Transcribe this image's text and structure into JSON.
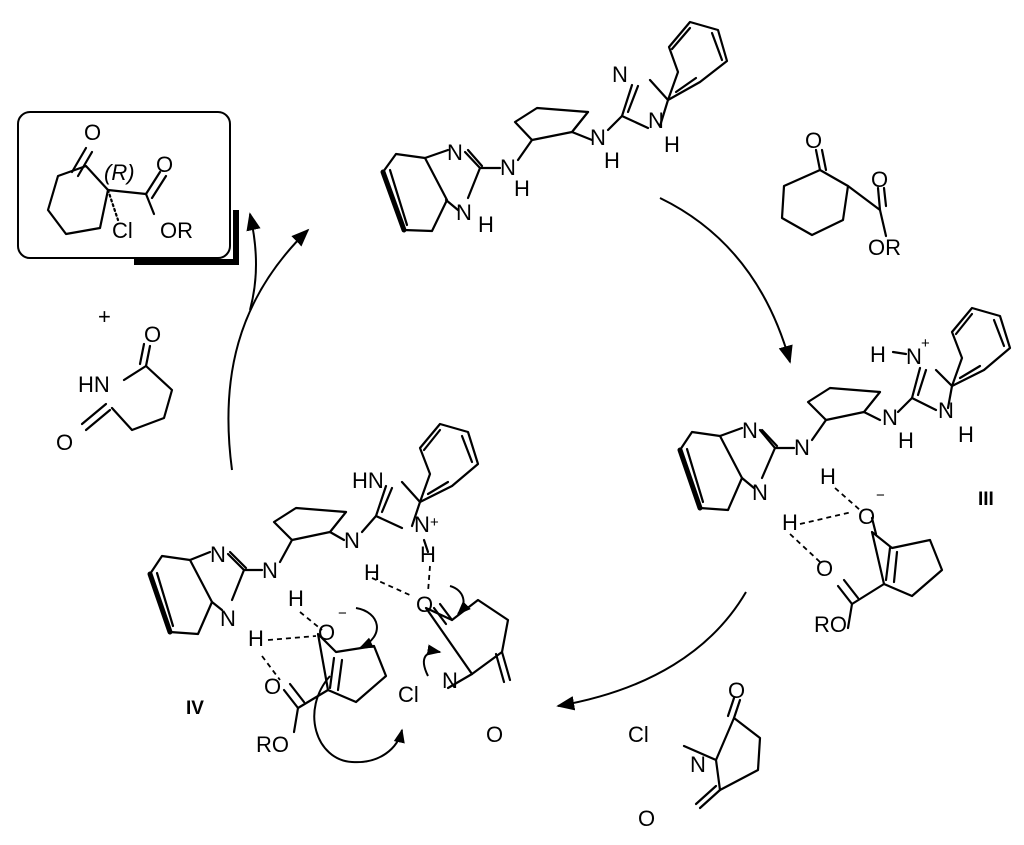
{
  "colors": {
    "ink": "#000000",
    "background": "#ffffff"
  },
  "catalyst": {
    "N": "N",
    "N2": "N",
    "NH_amine": "N",
    "H_amine": "H",
    "NH_ring": "N",
    "H_ring": "H",
    "N_r": "N",
    "H_r": "H",
    "N_r_top": "N",
    "N_r_ring": "N",
    "H_r_ring": "H"
  },
  "ketoester": {
    "O_ketone": "O",
    "O_carbonyl": "O",
    "OR": "OR"
  },
  "intermediate_III": {
    "label": "III",
    "H_top": "H",
    "N_plus": "N",
    "plus": "+",
    "N_ring2": "N",
    "H_ring2": "H",
    "N_amine_r": "N",
    "H_amine_r": "H",
    "N_left": "N",
    "N_amine_l": "N",
    "H_amine_l": "H",
    "N_ring_l": "N",
    "H_ring_l": "H",
    "O_enolate": "O",
    "minus": "−",
    "O_ester": "O",
    "RO": "RO"
  },
  "ncs": {
    "Cl": "Cl",
    "N": "N",
    "O_top": "O",
    "O_bottom": "O"
  },
  "intermediate_IV": {
    "label": "IV",
    "HN_top": "HN",
    "N_plus": "N",
    "plus": "+",
    "H_plus": "H",
    "N_amine_r": "N",
    "H_amine_r": "H",
    "N_left": "N",
    "N_amine_l": "N",
    "H_amine_l": "H",
    "N_ring_l": "N",
    "H_ring_l": "H",
    "O_enolate": "O",
    "minus": "−",
    "O_ester": "O",
    "RO": "RO",
    "O_succ": "O",
    "Cl": "Cl",
    "N_succ": "N",
    "O_succ2": "O"
  },
  "product": {
    "O_ketone": "O",
    "stereo": "(R)",
    "O_carbonyl": "O",
    "Cl": "Cl",
    "OR": "OR"
  },
  "succinimide": {
    "plus": "+",
    "O_top": "O",
    "HN": "HN",
    "O_bottom": "O"
  }
}
